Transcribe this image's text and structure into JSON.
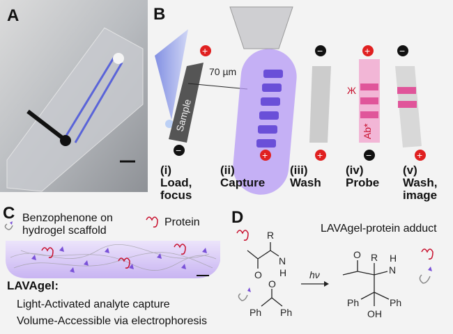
{
  "panels": {
    "a": {
      "label": "A"
    },
    "b": {
      "label": "B",
      "width_annotation": "70 µm",
      "sample_label": "Sample",
      "antibody_label": "Ab*",
      "steps": [
        {
          "num": "(i)",
          "line1": "Load,",
          "line2": "focus",
          "polarity": "-"
        },
        {
          "num": "(ii)",
          "line1": "Capture",
          "line2": "",
          "polarity": "+"
        },
        {
          "num": "(iii)",
          "line1": "Wash",
          "line2": "",
          "polarity": "+"
        },
        {
          "num": "(iv)",
          "line1": "Probe",
          "line2": "",
          "polarity": "-"
        },
        {
          "num": "(v)",
          "line1": "Wash,",
          "line2": "image",
          "polarity": "+"
        }
      ]
    },
    "c": {
      "label": "C",
      "legend_benzophenone_1": "Benzophenone on",
      "legend_benzophenone_2": "hydrogel scaffold",
      "legend_protein": "Protein",
      "gel_name": "LAVAgel:",
      "desc_1": "Light-Activated analyte capture",
      "desc_2": "Volume-Accessible via electrophoresis"
    },
    "d": {
      "label": "D",
      "product_title": "LAVAgel-protein adduct",
      "arrow_label": "hν",
      "atoms": {
        "R": "R",
        "O": "O",
        "N": "N",
        "H": "H",
        "Ph": "Ph",
        "OH": "OH"
      }
    }
  },
  "colors": {
    "purple": "#9b7ff0",
    "pink": "#e0559a",
    "red": "#e02020",
    "protein": "#c8102e"
  }
}
